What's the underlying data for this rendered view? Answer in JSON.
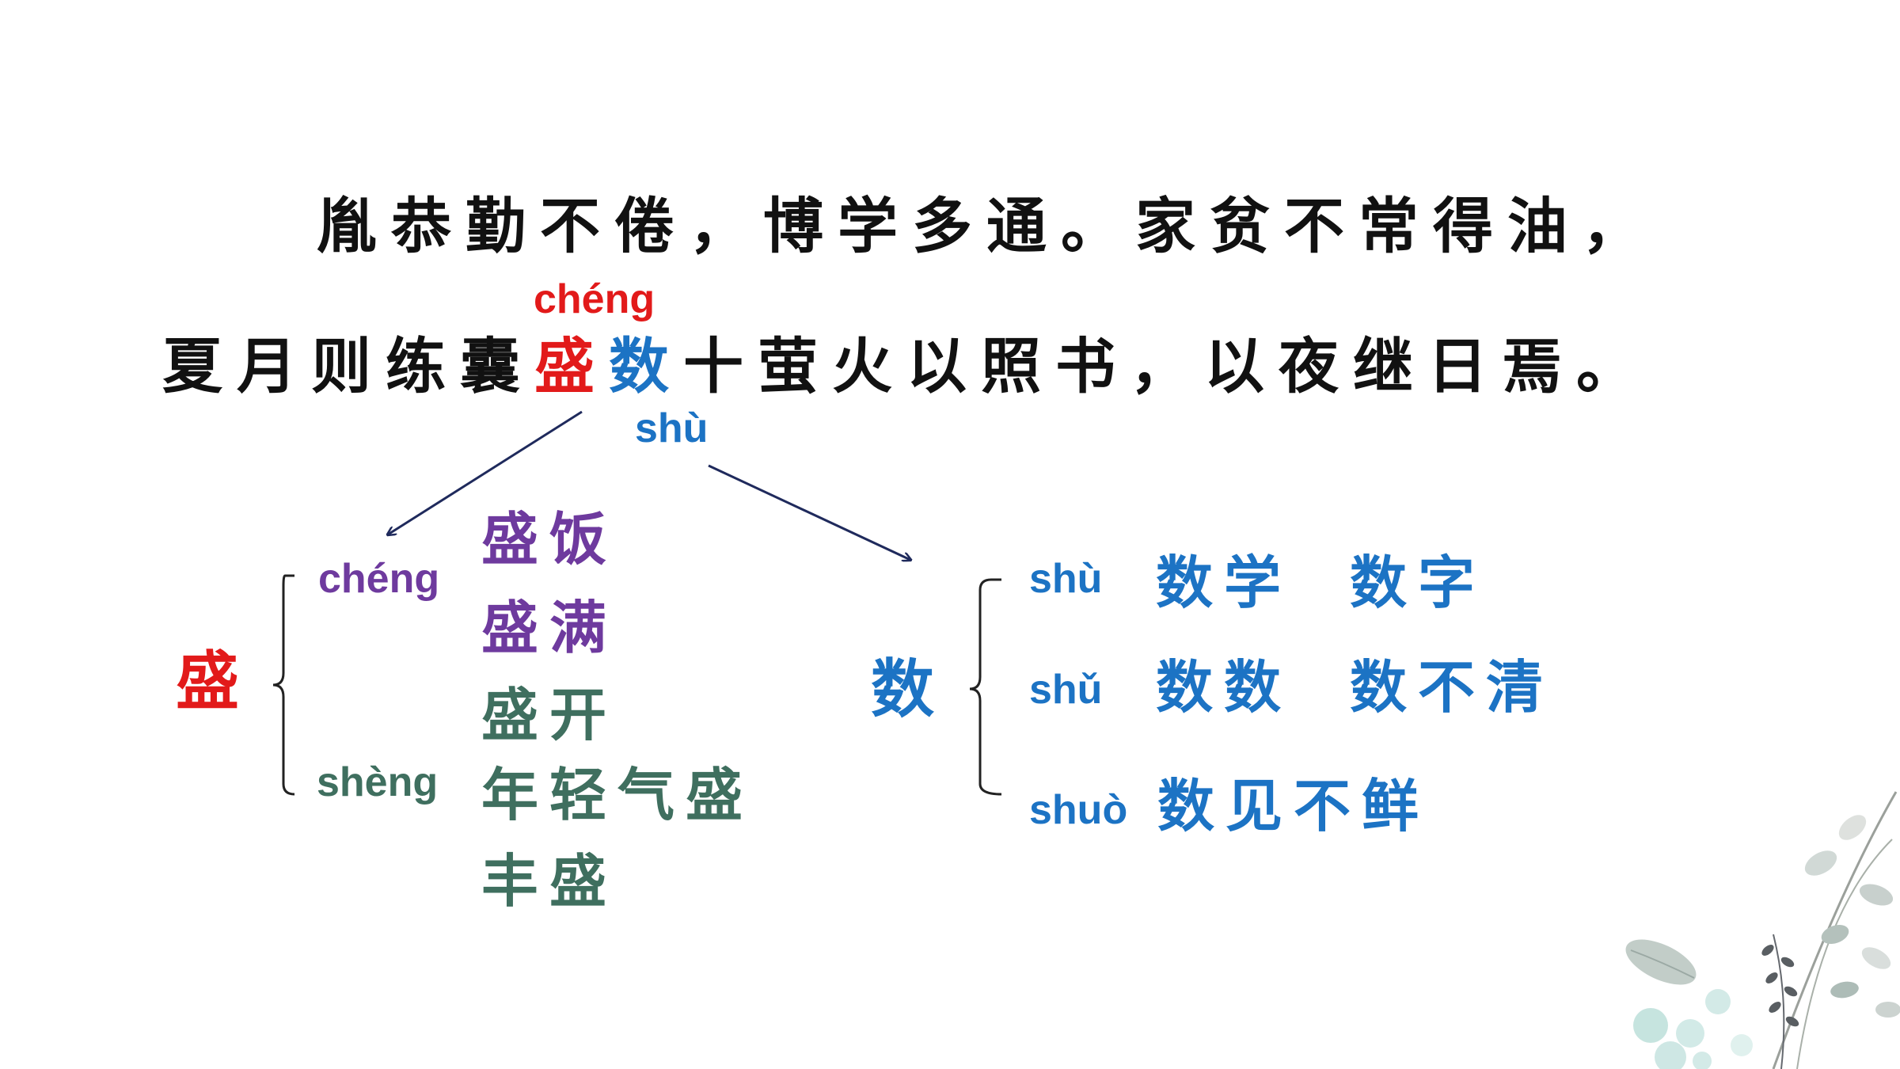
{
  "passage": {
    "line1": "胤恭勤不倦，博学多通。家贫不常得油，",
    "line2_before": "夏月则练囊",
    "char_sheng": "盛",
    "char_shu": "数",
    "line2_after": "十萤火以照书，以夜继日焉。",
    "pinyin_sheng": "chéng",
    "pinyin_shu": "shù"
  },
  "sheng_tree": {
    "head": "盛",
    "readings": [
      {
        "pinyin": "chéng",
        "words": [
          "盛饭",
          "盛满",
          "盛开"
        ]
      },
      {
        "pinyin": "shèng",
        "words": [
          "年轻气盛",
          "丰盛"
        ]
      }
    ]
  },
  "shu_tree": {
    "head": "数",
    "readings": [
      {
        "pinyin": "shù",
        "words": [
          "数学",
          "数字"
        ]
      },
      {
        "pinyin": "shǔ",
        "words": [
          "数数",
          "数不清"
        ]
      },
      {
        "pinyin": "shuò",
        "words": [
          "数见不鲜"
        ]
      }
    ]
  },
  "colors": {
    "red": "#e21a1a",
    "blue": "#1c73c4",
    "purple": "#6e3a9e",
    "green": "#3f6f5f",
    "arrow": "#1f2a5c"
  }
}
